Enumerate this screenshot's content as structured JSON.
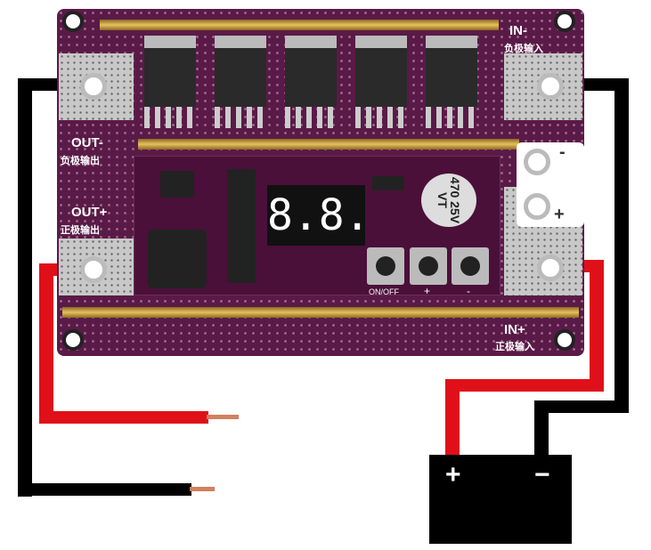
{
  "board": {
    "out_minus": {
      "label": "OUT-",
      "sub": "负极输出"
    },
    "out_plus": {
      "label": "OUT+",
      "sub": "正极输出"
    },
    "in_minus": {
      "label": "IN-",
      "sub": "负极输入"
    },
    "in_plus": {
      "label": "IN+",
      "sub": "正极输入"
    },
    "terminal_minus": "-",
    "terminal_plus": "+",
    "display": "8.8.",
    "capacitor": "470 25V VT",
    "buttons": [
      {
        "label": "ON/OFF"
      },
      {
        "label": "+"
      },
      {
        "label": "-"
      }
    ]
  },
  "battery": {
    "plus": "+",
    "minus": "−"
  },
  "colors": {
    "board": "#5a1a47",
    "positive_wire": "#e0101a",
    "negative_wire": "#000000"
  }
}
